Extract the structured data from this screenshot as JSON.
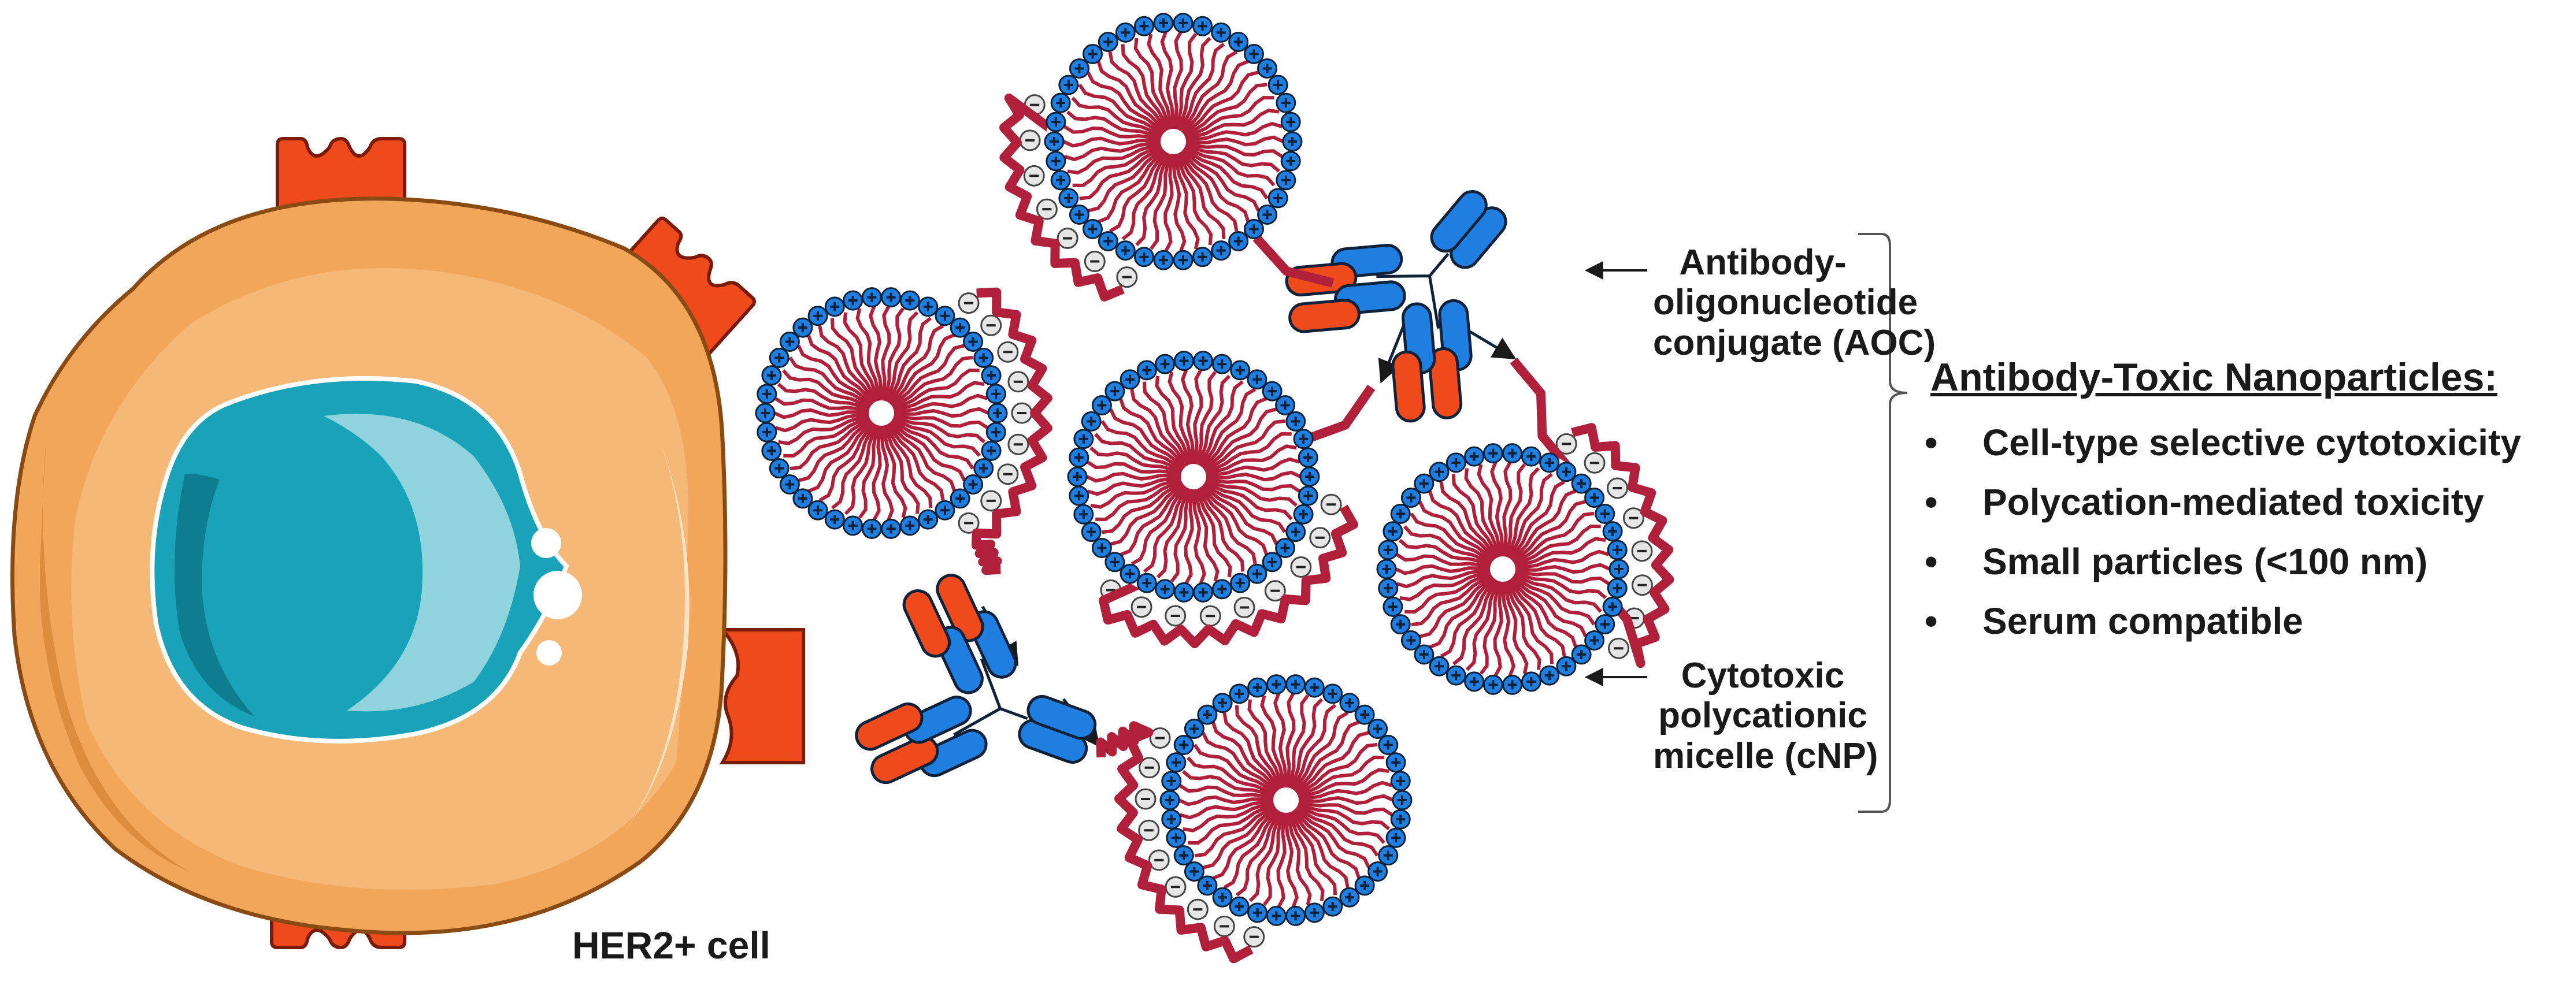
{
  "labels": {
    "aoc_line1": "Antibody-",
    "aoc_line2": "oligonucleotide",
    "aoc_line3": "conjugate (AOC)",
    "cnp_line1": "Cytotoxic",
    "cnp_line2": "polycationic",
    "cnp_line3": "micelle (cNP)",
    "cell": "HER2+ cell"
  },
  "panel": {
    "title": "Antibody-Toxic Nanoparticles:",
    "bullet_symbol": "•",
    "items": [
      "Cell-type selective cytotoxicity",
      "Polycation-mediated toxicity",
      "Small particles (<100 nm)",
      "Serum compatible"
    ]
  },
  "icons": {
    "plus_charge": "plus-charge-icon",
    "minus_charge": "minus-charge-icon"
  },
  "colors": {
    "cell_body": "#f2a65a",
    "cell_outline": "#8a4a14",
    "nucleus_outer": "#1aa3b8",
    "nucleus_inner": "#8fd3df",
    "receptor": "#ee4a1c",
    "antibody_heavy": "#1f7fe0",
    "antibody_light": "#ee4a1c",
    "polymer_tail": "#b0203a",
    "cationic_shell": "#1f7fe0",
    "anionic_strand": "#e6e6e6"
  }
}
